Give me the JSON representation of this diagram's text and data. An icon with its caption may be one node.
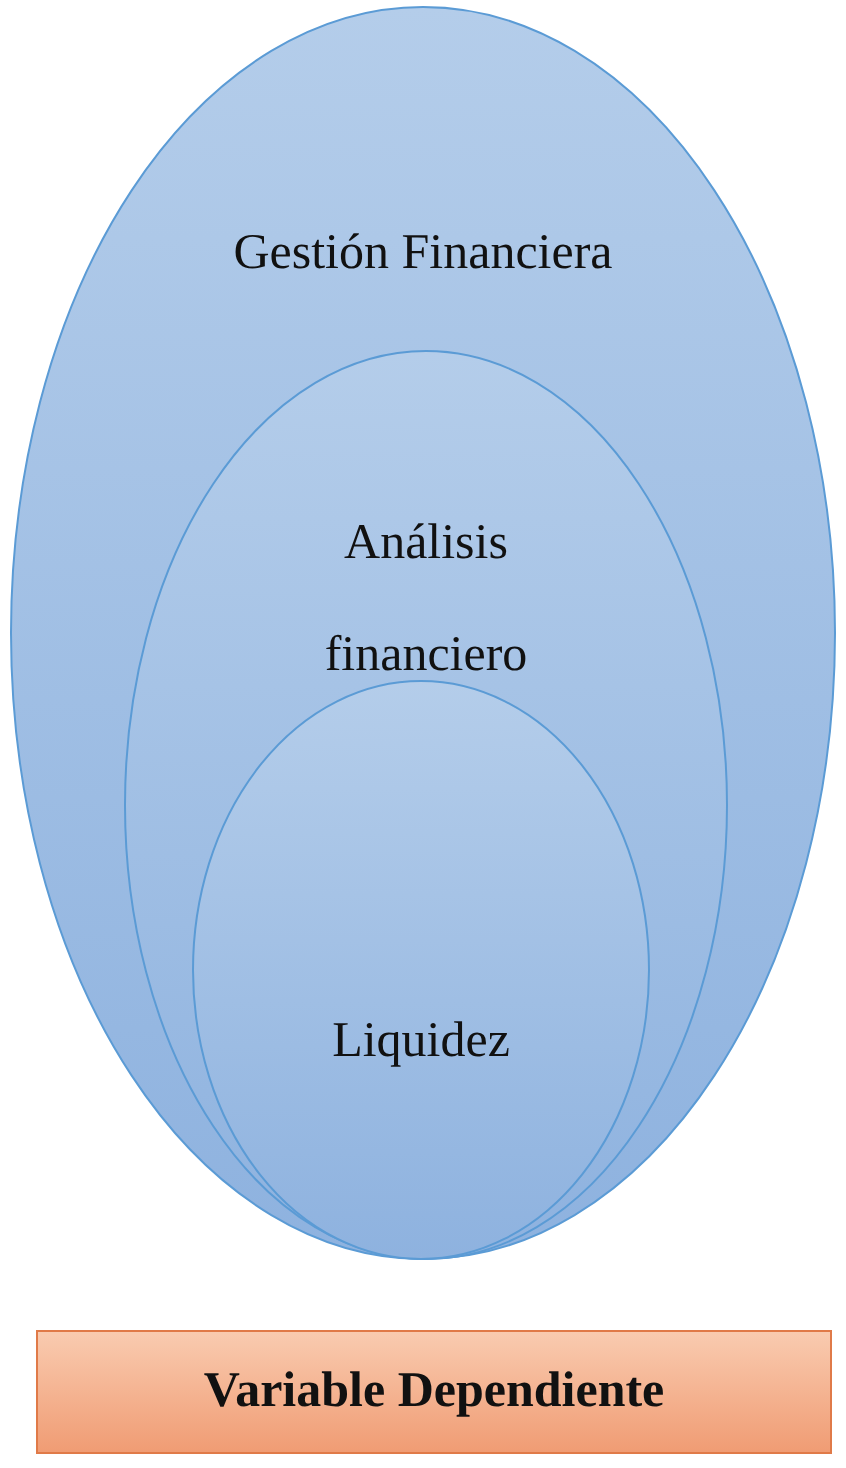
{
  "diagram": {
    "nodes": [
      {
        "text": [
          "Gestión Financiera"
        ]
      },
      {
        "text": [
          "Análisis financiero"
        ],
        "in": 0
      },
      {
        "text": [
          "Liquidez"
        ],
        "in": 1
      },
      {
        "text": [
          "Variable Dependiente"
        ]
      }
    ]
  }
}
